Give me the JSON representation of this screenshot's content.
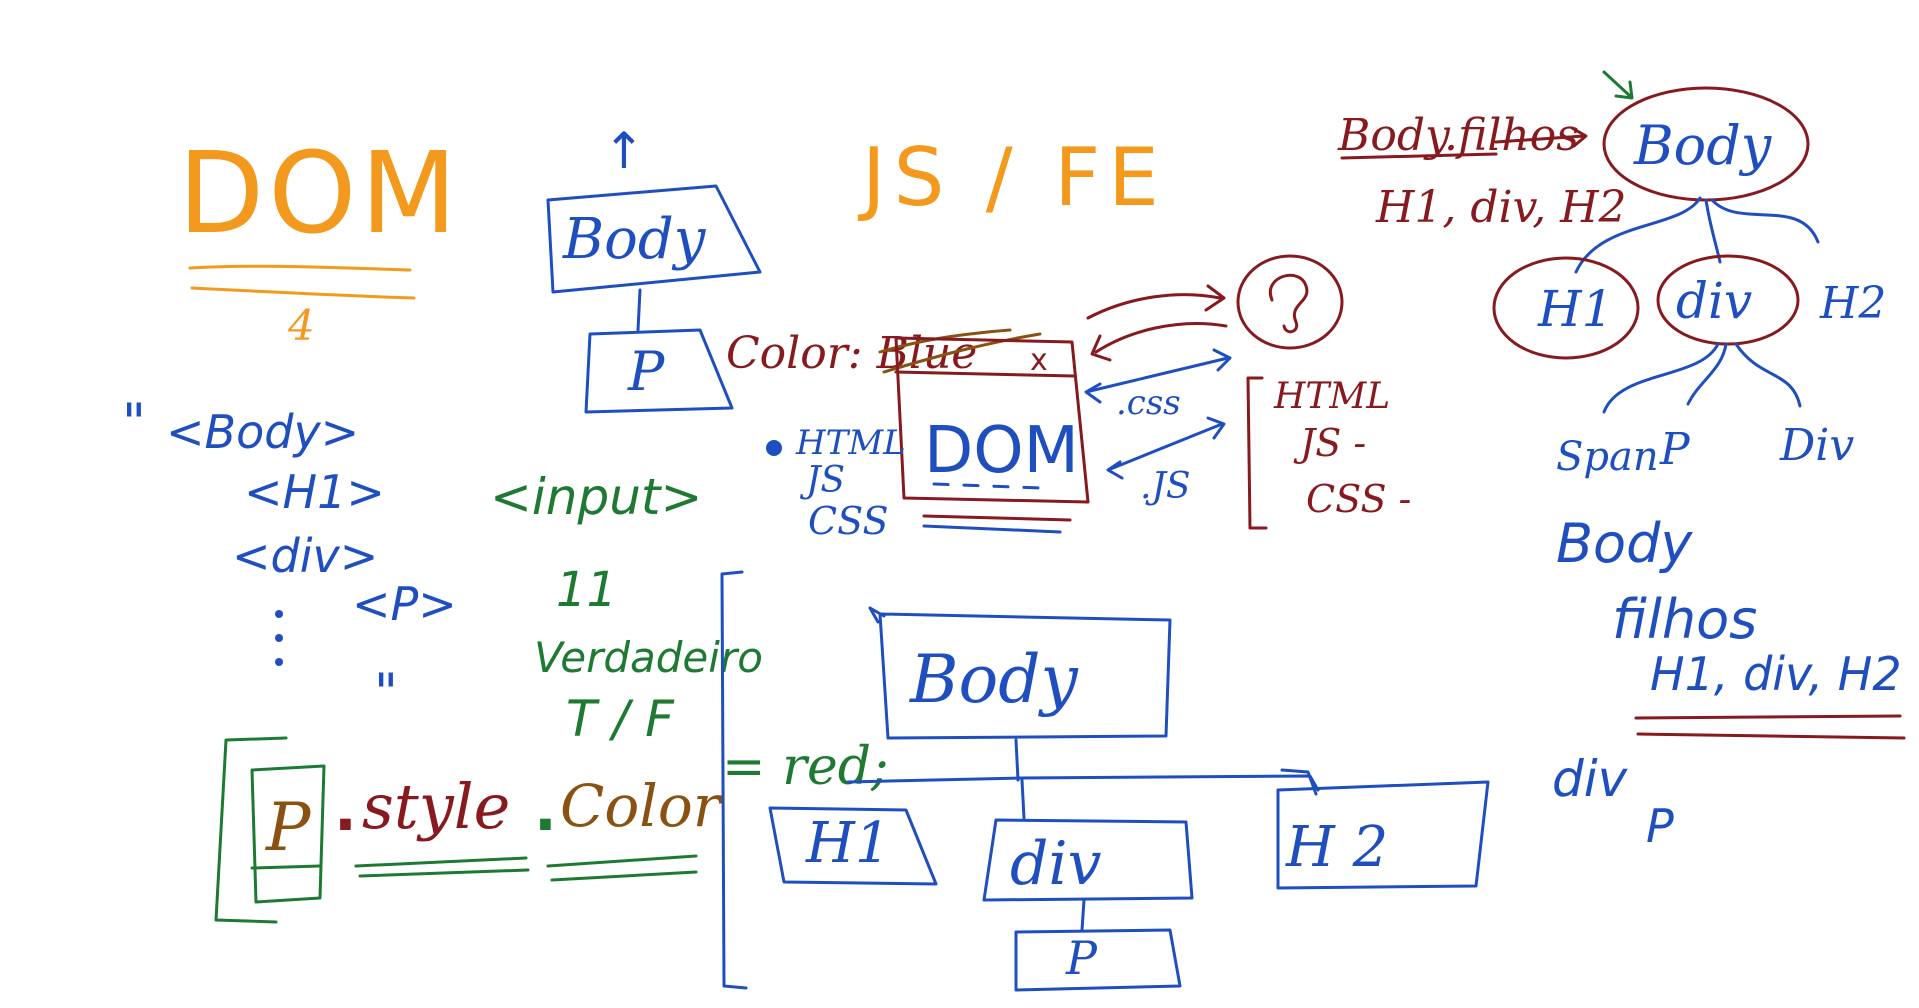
{
  "colors": {
    "blue": "#1f4fbf",
    "orange": "#f39a1e",
    "green": "#1e7a32",
    "maroon": "#861a1e",
    "brown": "#8a5212"
  },
  "header": {
    "dom_title": "DOM",
    "dom_note": "4",
    "js_fe_title": "JS / FE"
  },
  "code_list": {
    "open_quote": "\"",
    "body": "<Body>",
    "h1": "<H1>",
    "div": "<div>",
    "p": "<P>",
    "close_quote": "\""
  },
  "small_tree": {
    "arrow": "↑",
    "body": "Body",
    "child": "P"
  },
  "input_note": {
    "tag": "<input>",
    "number": "11",
    "word": "Verdadeiro",
    "bool": "T / F"
  },
  "browser": {
    "color_label": "Color: Blue",
    "window_title": "DOM",
    "close_glyph": "x",
    "bullet": "•",
    "langs": [
      "HTML",
      "JS",
      "CSS"
    ],
    "css_label": ".css",
    "js_label": ".JS",
    "bracket_items": [
      "HTML",
      "JS -",
      "CSS -"
    ]
  },
  "expression": {
    "p": "P",
    "dot1": ".",
    "style": "style",
    "dot2": ".",
    "color": "Color",
    "assign": "= red;"
  },
  "main_tree": {
    "root": "Body",
    "children": [
      "H1",
      "div",
      "H 2"
    ],
    "grandchild": "P"
  },
  "right_tree": {
    "caption": "Body.filhos",
    "caption_list": "H1, div, H2",
    "root": "Body",
    "children": [
      "H1",
      "div"
    ],
    "extra_child": "H2",
    "grandchildren": [
      "Span",
      "P",
      "Div"
    ]
  },
  "right_notes": {
    "body": "Body",
    "filhos": "filhos",
    "list": "H1, div, H2",
    "div": "div",
    "p": "P"
  }
}
